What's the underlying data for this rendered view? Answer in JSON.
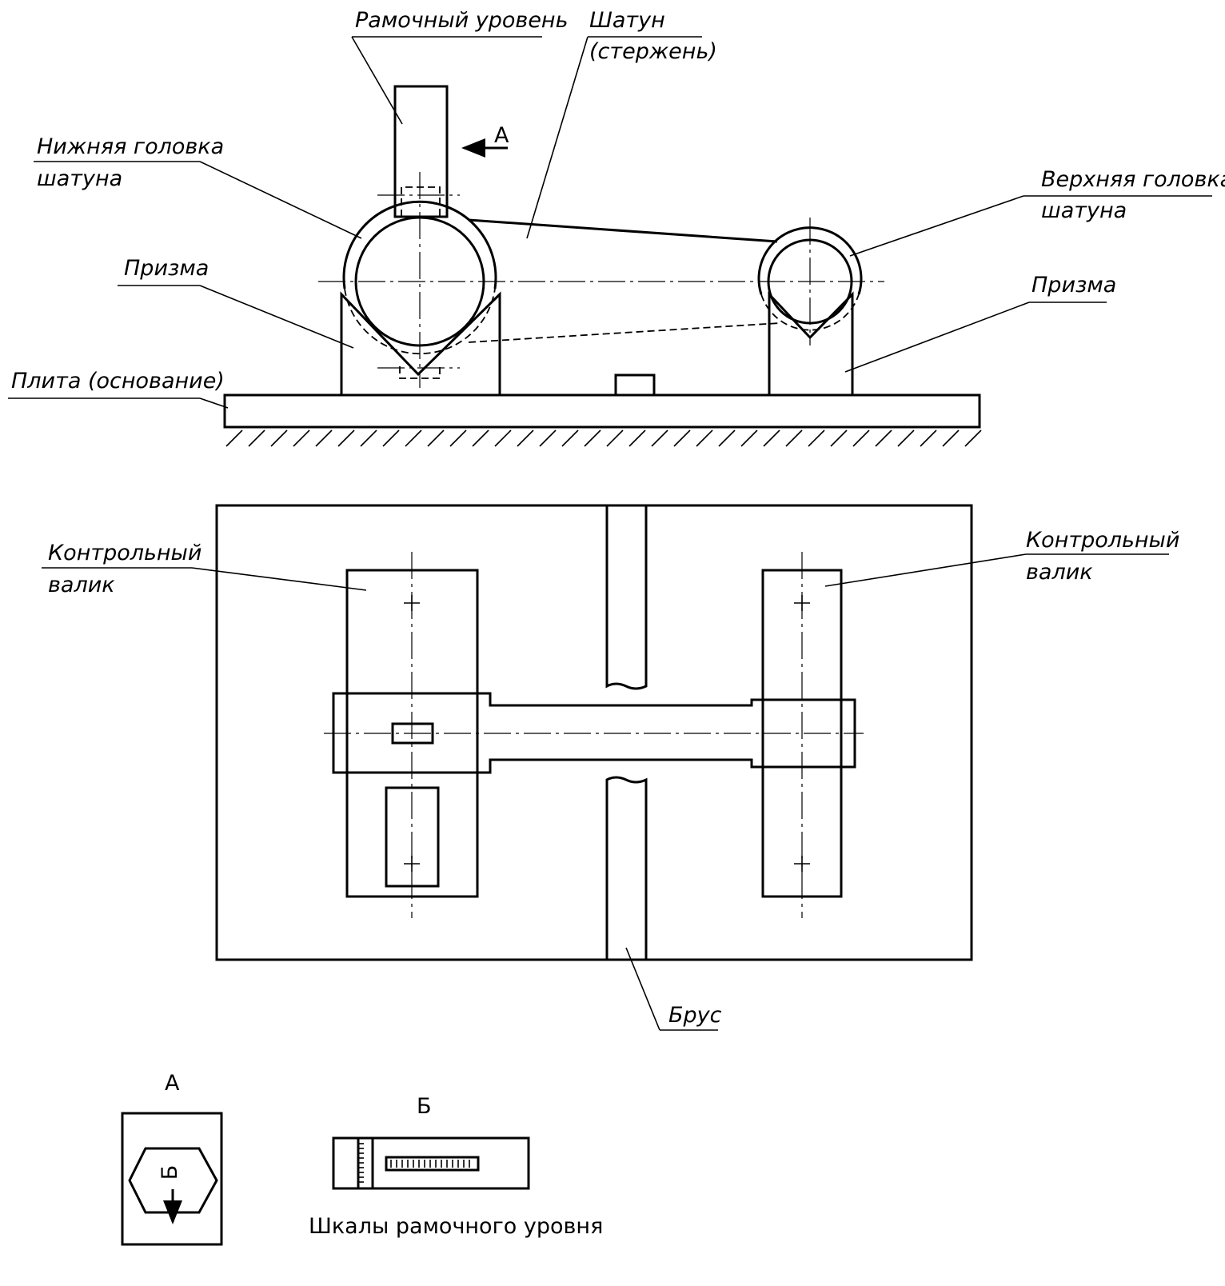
{
  "labels": {
    "frame_level": "Рамочный уровень",
    "rod_line1": "Шатун",
    "rod_line2": "(стержень)",
    "view_arrow": "А",
    "lower_head_line1": "Нижняя головка",
    "lower_head_line2": "шатуна",
    "upper_head_line1": "Верхняя головка",
    "upper_head_line2": "шатуна",
    "prism_left": "Призма",
    "prism_right": "Призма",
    "plate": "Плита (основание)",
    "control_left_line1": "Контрольный",
    "control_left_line2": "валик",
    "control_right_line1": "Контрольный",
    "control_right_line2": "валик",
    "bar": "Брус",
    "view_a_title": "А",
    "view_a_arrow_label": "Б",
    "view_b_title": "Б",
    "scales": "Шкалы рамочного уровня"
  }
}
